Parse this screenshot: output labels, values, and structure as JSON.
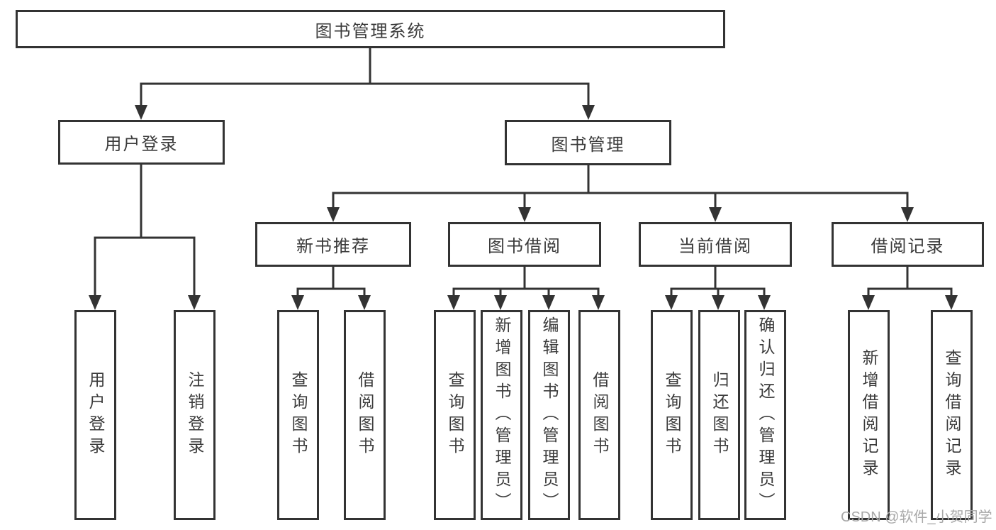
{
  "diagram": {
    "title": "图书管理系统",
    "level2": {
      "user_login": "用户登录",
      "book_mgmt": "图书管理"
    },
    "level3": {
      "new_book_rec": "新书推荐",
      "book_borrow": "图书借阅",
      "current_borrow": "当前借阅",
      "borrow_records": "借阅记录"
    },
    "leaves": {
      "user_login": [
        "用户登录",
        "注销登录"
      ],
      "new_book_rec": [
        "查询图书",
        "借阅图书"
      ],
      "book_borrow": [
        "查询图书",
        "新增图书（管理员）",
        "编辑图书（管理员）",
        "借阅图书"
      ],
      "current_borrow": [
        "查询图书",
        "归还图书",
        "确认归还（管理员）"
      ],
      "borrow_records": [
        "新增借阅记录",
        "查询借阅记录"
      ]
    }
  },
  "watermark": {
    "text": "CSDN @软件_小贺同学"
  },
  "colors": {
    "line": "#333333",
    "text": "#3b3b3b",
    "background": "#ffffff",
    "watermark": "#a8a8a8"
  }
}
